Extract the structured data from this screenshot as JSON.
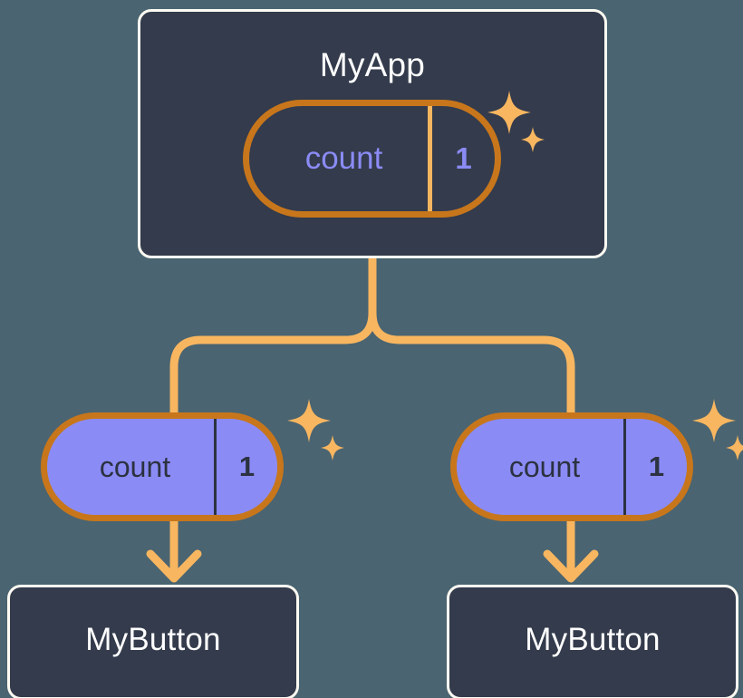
{
  "diagram": {
    "title_text": "MyApp",
    "colors": {
      "background": "#4a6471",
      "card_fill": "#333b4c",
      "card_border": "#fdfaf2",
      "pill_ring_outer": "#c8761b",
      "pill_ring_inner": "#f8b660",
      "state_purple": "#8b8bf5",
      "wire": "#f8b660",
      "text_light": "#ffffff",
      "text_dark": "#2b3240"
    }
  },
  "root": {
    "name": "MyApp",
    "state": {
      "key": "count",
      "value": "1"
    }
  },
  "children": [
    {
      "state": {
        "key": "count",
        "value": "1"
      },
      "component": {
        "name": "MyButton"
      }
    },
    {
      "state": {
        "key": "count",
        "value": "1"
      },
      "component": {
        "name": "MyButton"
      }
    }
  ],
  "icons": {
    "sparkle": "sparkle-icon",
    "arrow": "arrow-down-icon"
  }
}
